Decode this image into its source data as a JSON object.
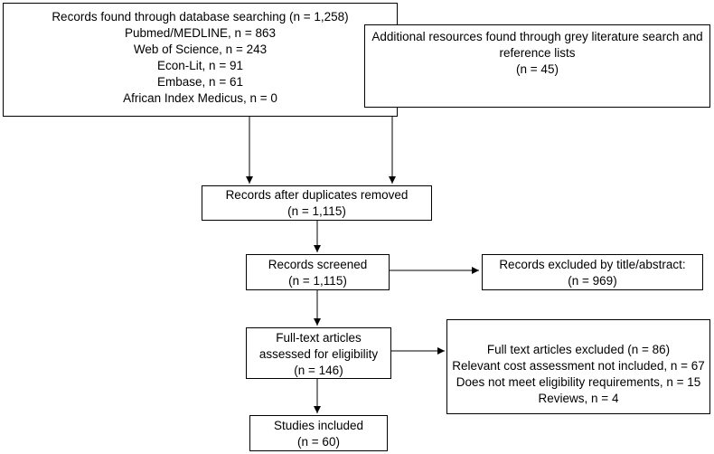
{
  "database_search": {
    "lines": [
      "Records found through database searching (n = 1,258)",
      "Pubmed/MEDLINE, n = 863",
      "Web of Science, n = 243",
      "Econ-Lit, n = 91",
      "Embase, n = 61",
      "African Index Medicus, n = 0"
    ]
  },
  "additional_resources": {
    "lines": [
      "Additional resources found through grey literature search and",
      "reference lists",
      "(n = 45)"
    ]
  },
  "after_duplicates": {
    "lines": [
      "Records after duplicates removed",
      "(n = 1,115)"
    ]
  },
  "screened": {
    "lines": [
      "Records screened",
      "(n = 1,115)"
    ]
  },
  "excluded_title_abstract": {
    "lines": [
      "Records excluded by title/abstract:",
      "(n = 969)"
    ]
  },
  "full_text_assessed": {
    "lines": [
      "Full-text articles",
      "assessed for eligibility",
      "(n = 146)"
    ]
  },
  "full_text_excluded": {
    "lines": [
      "Full text articles excluded (n = 86)",
      "Relevant cost assessment not included, n = 67",
      "Does not meet eligibility requirements, n = 15",
      "Reviews, n = 4"
    ]
  },
  "studies_included": {
    "lines": [
      "Studies included",
      "(n = 60)"
    ]
  },
  "colors": {
    "stroke": "#000000",
    "background": "#ffffff"
  }
}
